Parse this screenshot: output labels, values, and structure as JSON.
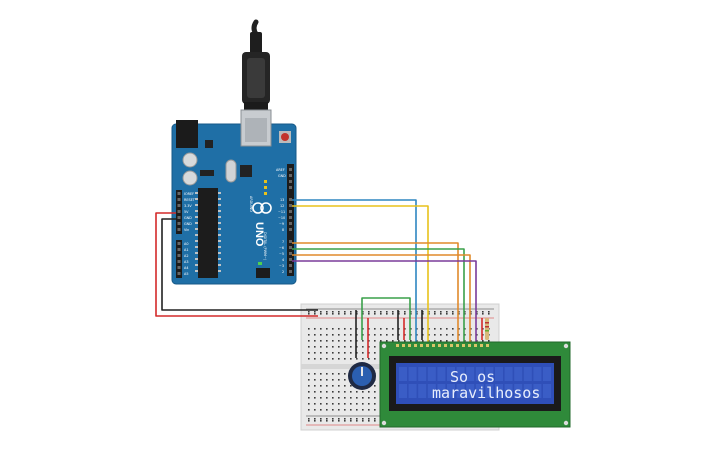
{
  "lcd": {
    "line1": "So os",
    "line2": "maravilhosos"
  },
  "arduino": {
    "model_label": "UNO",
    "brand_label": "ARDUINO",
    "digital_label": "DIGITAL (PWM~)",
    "aref_label": "AREF",
    "gnd_label": "GND",
    "power_pins": [
      "IOREF",
      "RESET",
      "3.3V",
      "5V",
      "GND",
      "GND",
      "Vin"
    ],
    "analog_pins": [
      "A0",
      "A1",
      "A2",
      "A3",
      "A4",
      "A5"
    ],
    "digital_pins": [
      "13",
      "12",
      "~11",
      "~10",
      "~9",
      "8",
      "7",
      "~6",
      "~5",
      "4",
      "~3",
      "2",
      "TX>1",
      "RX<0"
    ]
  },
  "colors": {
    "board": "#1f6fa6",
    "wire_red": "#d42a2a",
    "wire_black": "#222222",
    "wire_blue": "#2e86c1",
    "wire_yellow": "#e8c21c",
    "wire_orange": "#e08a2c",
    "wire_green": "#3aa04a",
    "wire_purple": "#7a3b9a",
    "lcd_pcb": "#2f8a3a",
    "lcd_screen": "#2f4fb8"
  }
}
